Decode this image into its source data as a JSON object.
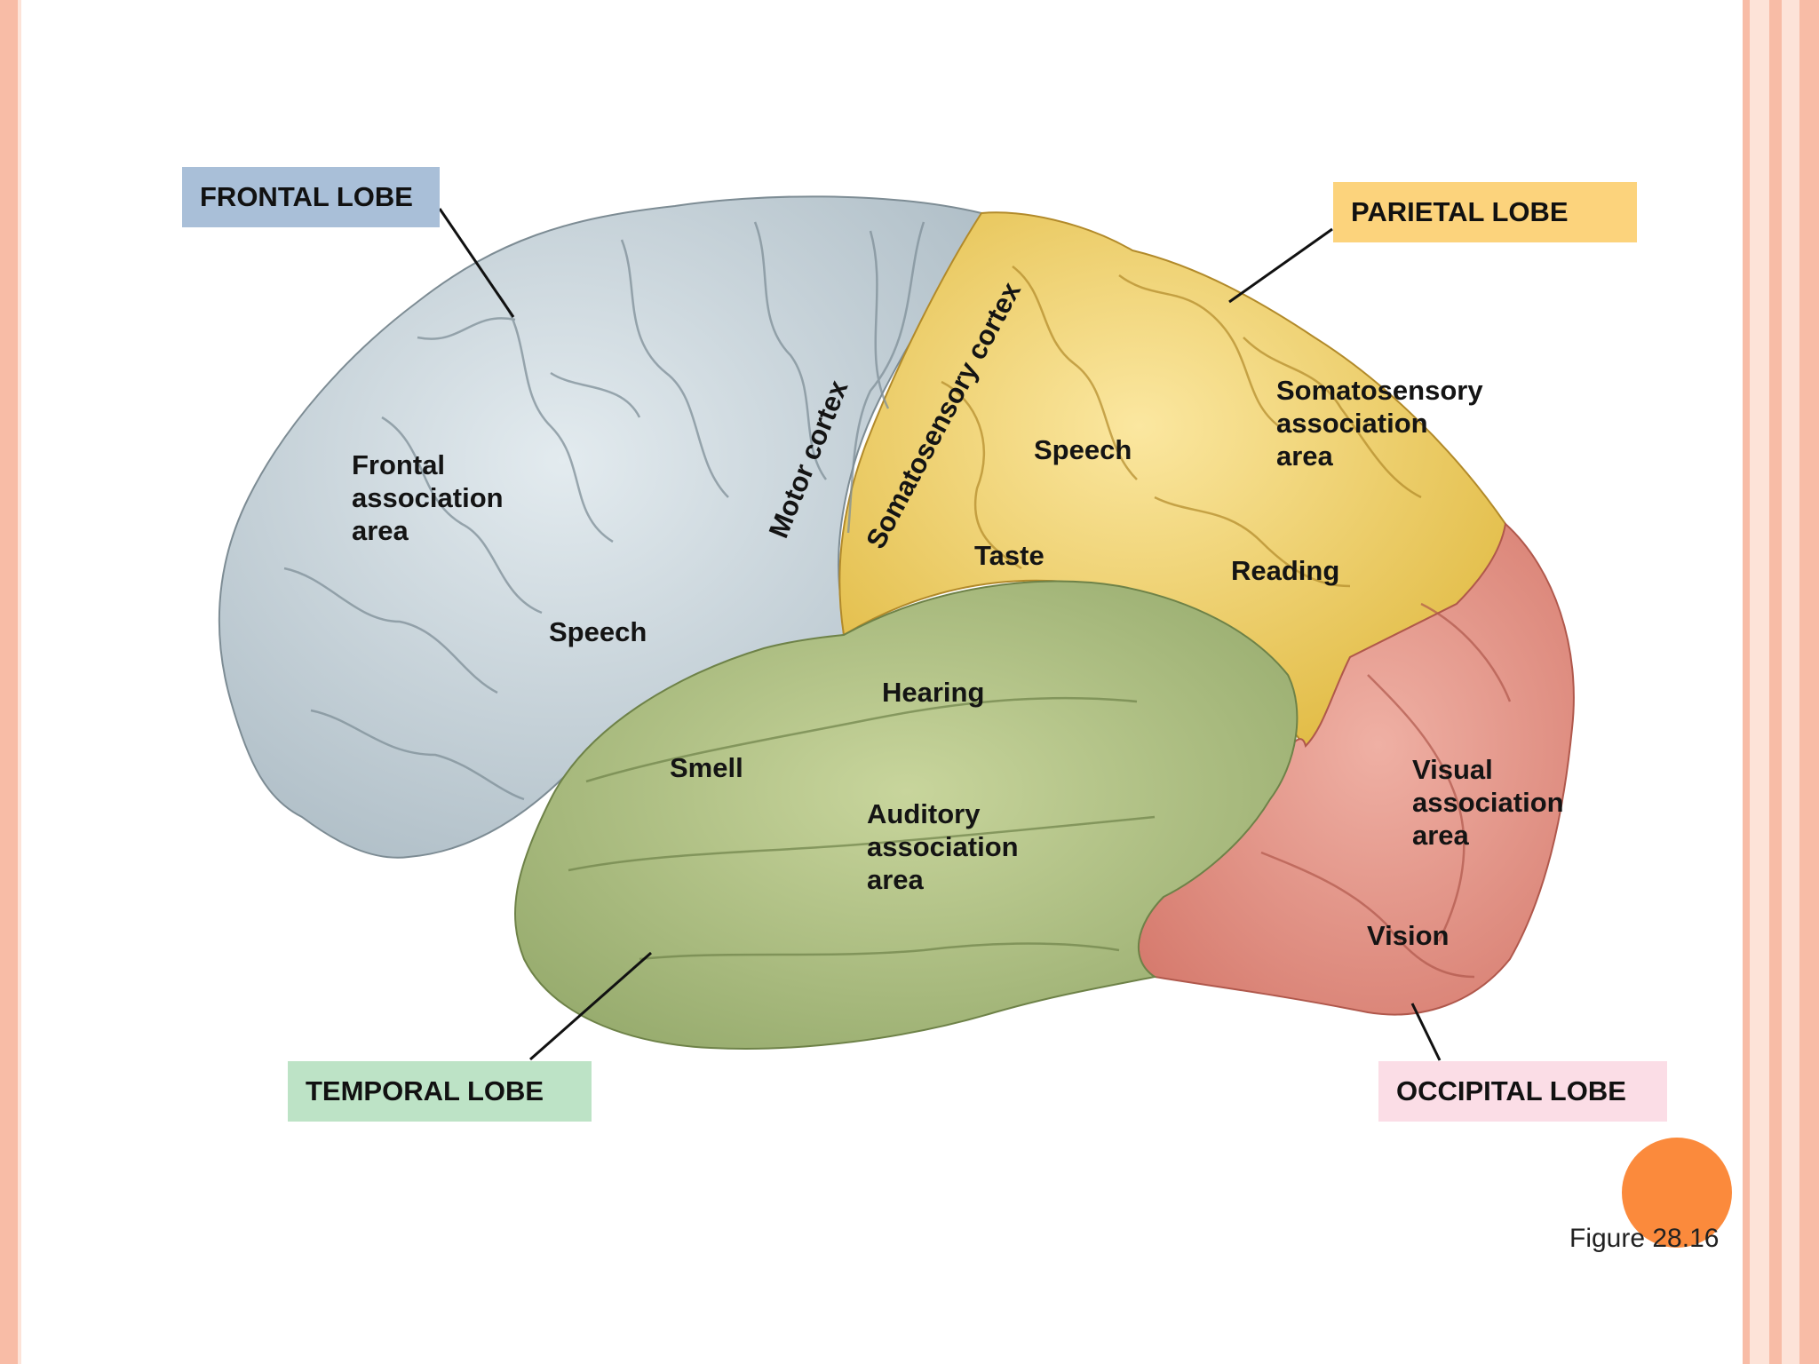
{
  "lobes": {
    "frontal": "FRONTAL LOBE",
    "parietal": "PARIETAL LOBE",
    "temporal": "TEMPORAL LOBE",
    "occipital": "OCCIPITAL LOBE"
  },
  "areas": {
    "frontal_association_1": "Frontal",
    "frontal_association_2": "association",
    "frontal_association_3": "area",
    "speech_frontal": "Speech",
    "motor_cortex": "Motor cortex",
    "somatosensory_cortex": "Somatosensory cortex",
    "speech_parietal": "Speech",
    "taste": "Taste",
    "somatosensory_assoc_1": "Somatosensory",
    "somatosensory_assoc_2": "association",
    "somatosensory_assoc_3": "area",
    "reading": "Reading",
    "hearing": "Hearing",
    "smell": "Smell",
    "auditory_assoc_1": "Auditory",
    "auditory_assoc_2": "association",
    "auditory_assoc_3": "area",
    "visual_assoc_1": "Visual",
    "visual_assoc_2": "association",
    "visual_assoc_3": "area",
    "vision": "Vision"
  },
  "caption": "Figure 28.16",
  "colors": {
    "frontal": "#c6d4dc",
    "parietal": "#f1cf5e",
    "temporal": "#adc07f",
    "occipital": "#e4968a",
    "frontal_tag": "#a9bfd8",
    "parietal_tag": "#fcd37c",
    "temporal_tag": "#bde3c6",
    "occipital_tag": "#fbdde6"
  }
}
